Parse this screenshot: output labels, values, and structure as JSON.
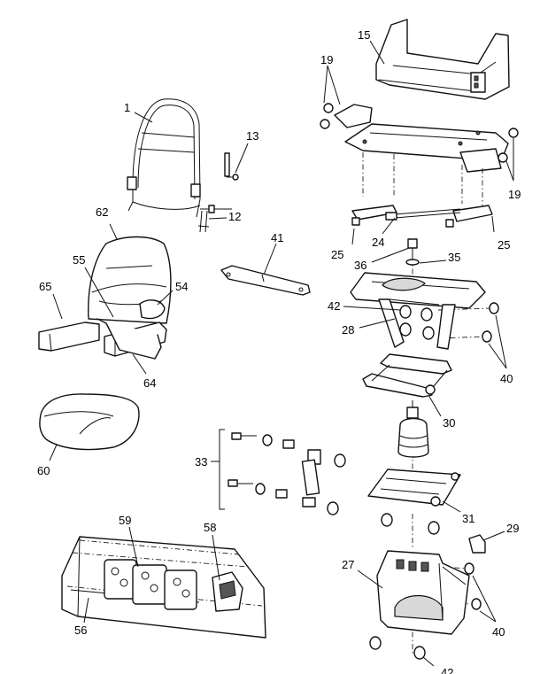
{
  "callouts": {
    "c1": "1",
    "c12": "12",
    "c13": "13",
    "c15": "15",
    "c19a": "19",
    "c19b": "19",
    "c24": "24",
    "c25a": "25",
    "c25b": "25",
    "c27": "27",
    "c28": "28",
    "c29": "29",
    "c30": "30",
    "c31": "31",
    "c33": "33",
    "c35": "35",
    "c36": "36",
    "c40a": "40",
    "c40b": "40",
    "c41": "41",
    "c42a": "42",
    "c42b": "42",
    "c54": "54",
    "c55": "55",
    "c56": "56",
    "c58": "58",
    "c59": "59",
    "c60": "60",
    "c62": "62",
    "c64": "64",
    "c65": "65"
  }
}
